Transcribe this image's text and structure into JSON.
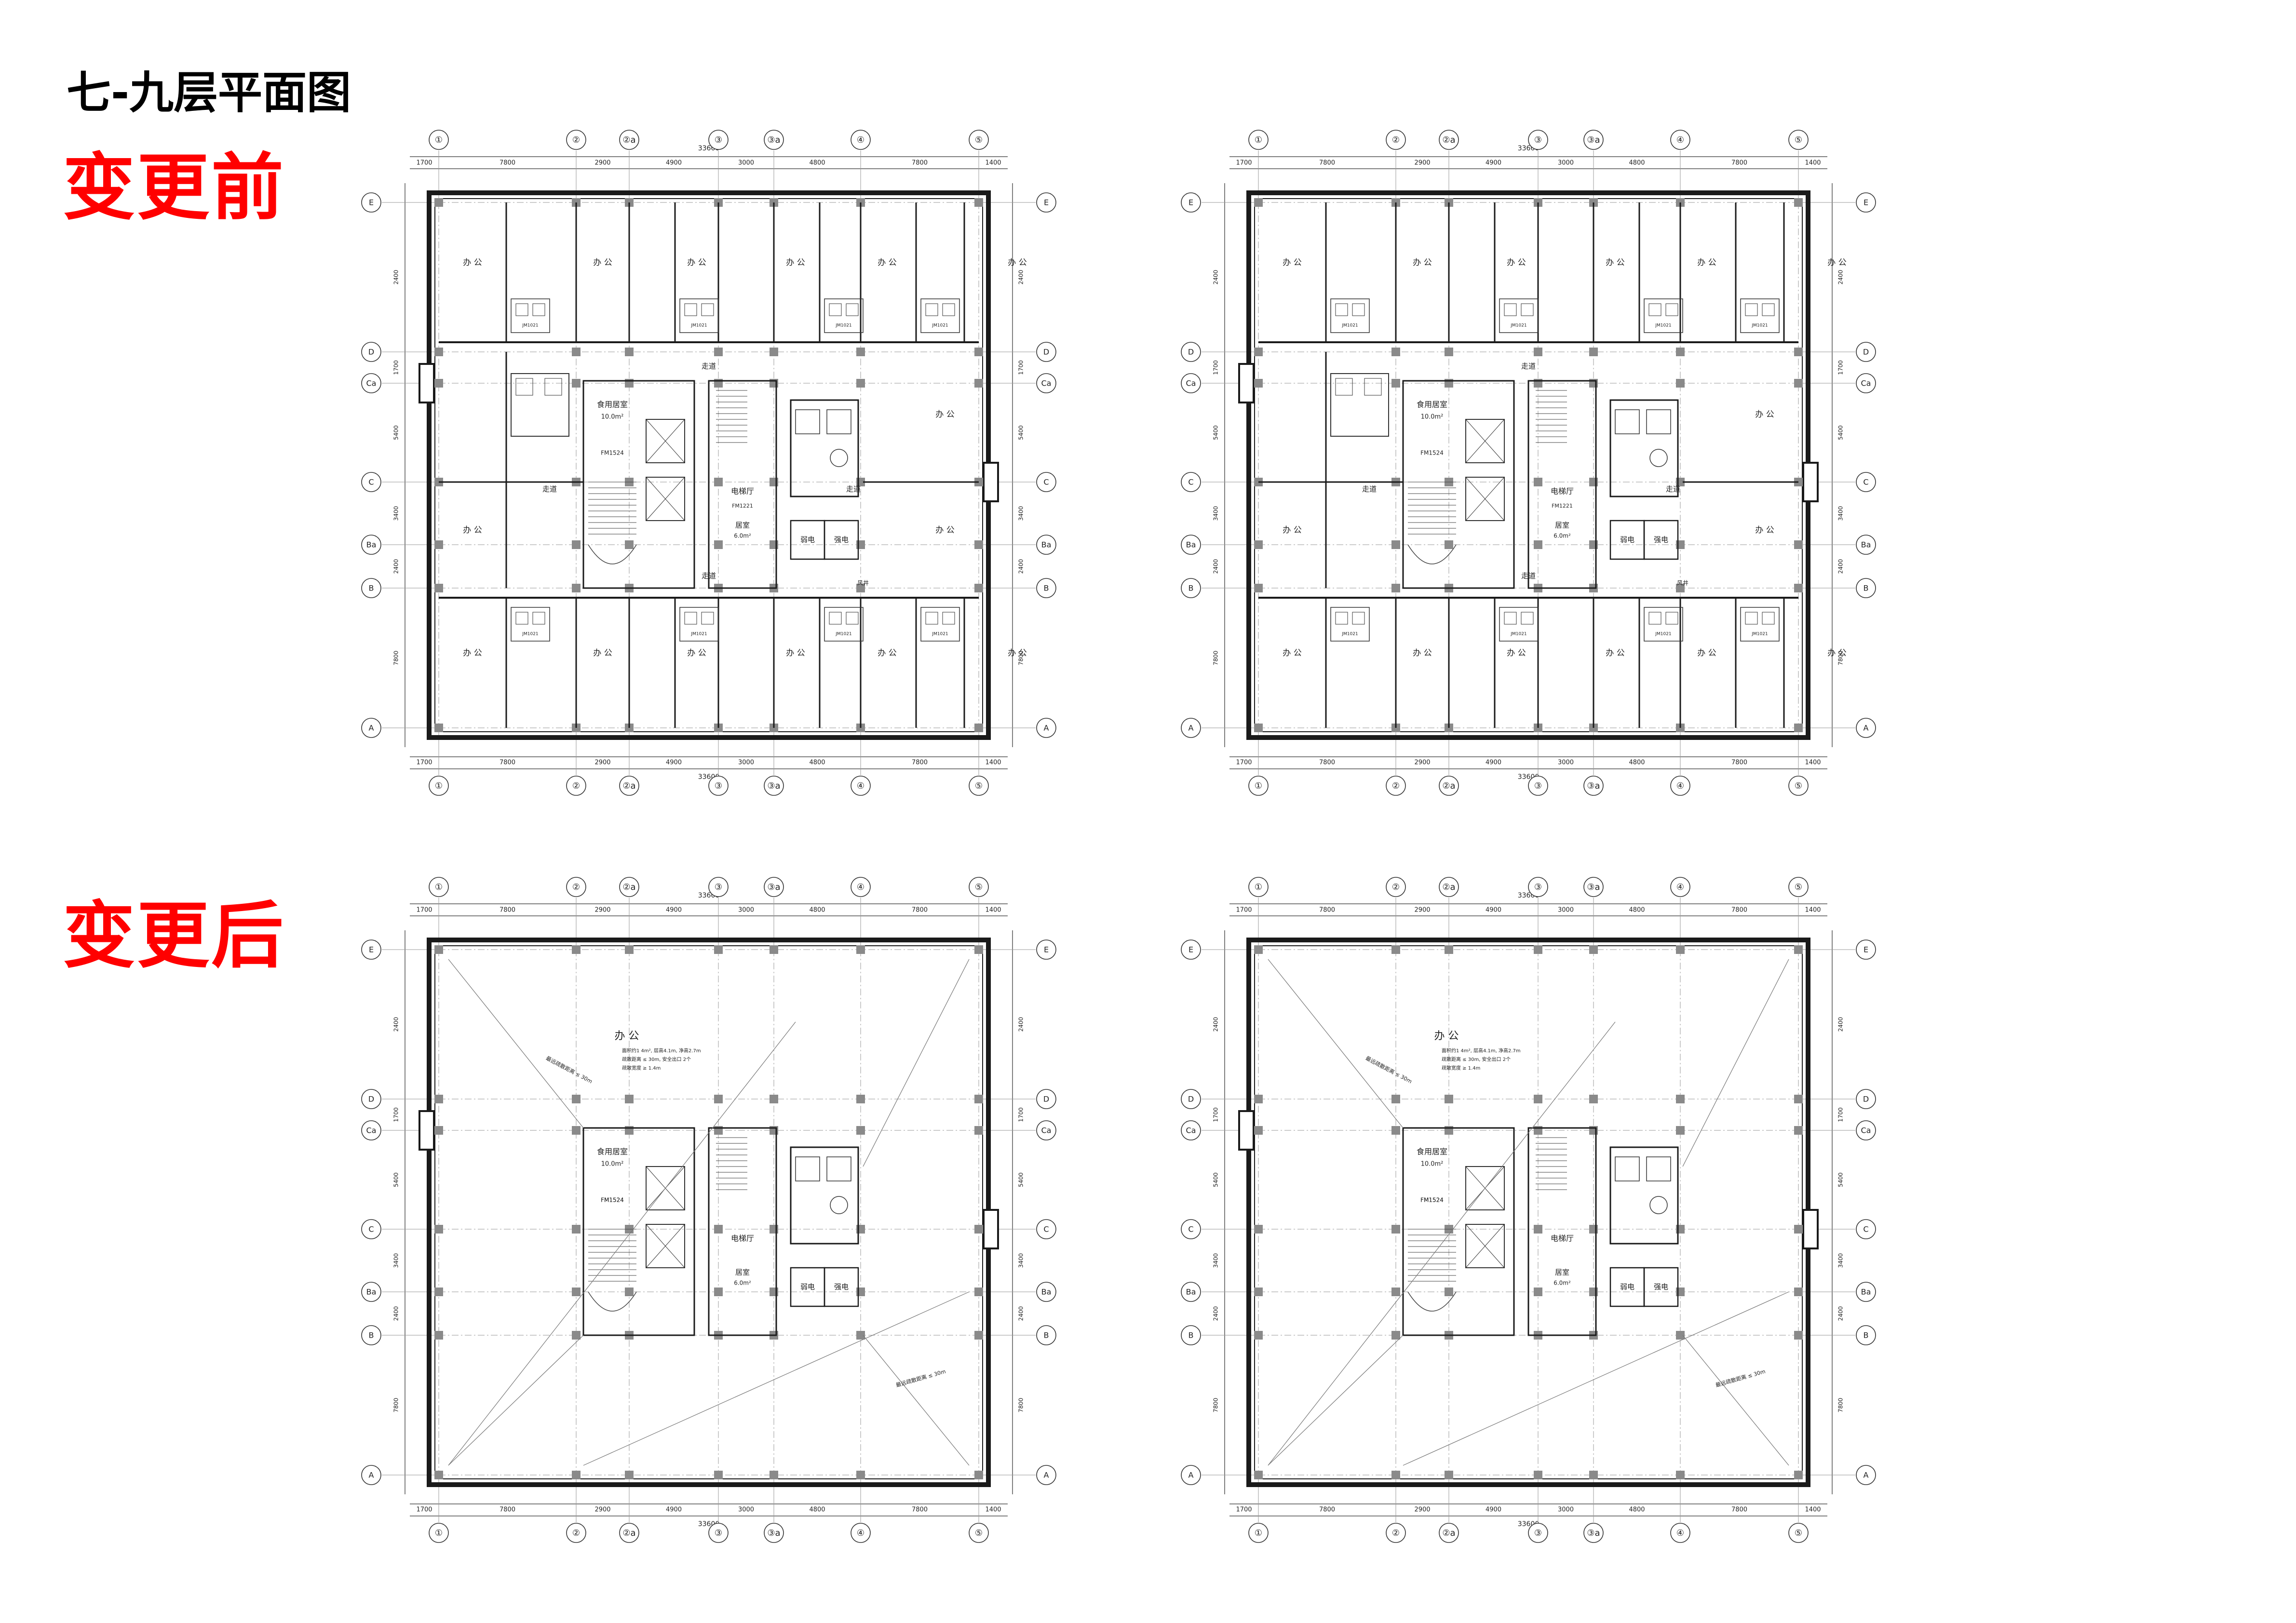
{
  "page": {
    "title": "七-九层平面图",
    "label_before": "变更前",
    "label_after": "变更后"
  },
  "drawing": {
    "col_axes": [
      "①",
      "②",
      "②a",
      "③",
      "③a",
      "④",
      "⑤"
    ],
    "row_axes": [
      "A",
      "B",
      "Ba",
      "C",
      "Ca",
      "D",
      "E"
    ],
    "top_spans": [
      "1700",
      "7800",
      "2900",
      "4900",
      "3000",
      "4800",
      "7800",
      "1400"
    ],
    "total_width": "33600",
    "row_spans": [
      "7800",
      "2400",
      "3400",
      "5400",
      "1700",
      "2400",
      "7800"
    ]
  },
  "rooms_before": {
    "office": "办 公",
    "corridor": "走道",
    "dorm": "食用居室",
    "dorm_area": "10.0m²",
    "elevator_hall": "电梯厅",
    "duty_room": "居室",
    "duty_area": "6.0m²",
    "weak_elec": "弱电",
    "strong_elec": "强电",
    "shaft": "风井",
    "door_code_a": "FM1524",
    "door_code_b": "FM1221",
    "door_code_c": "JM1021"
  },
  "rooms_after": {
    "office": "办 公",
    "office_note_1": "面积约1 4m², 层高4.1m, 净高2.7m",
    "office_note_2": "疏散距离 ≤ 30m, 安全出口 2个",
    "office_note_3": "疏散宽度 ≥ 1.4m",
    "dorm": "食用居室",
    "dorm_area": "10.0m²",
    "elevator_hall": "电梯厅",
    "duty_room": "居室",
    "duty_area": "6.0m²",
    "weak_elec": "弱电",
    "strong_elec": "强电",
    "door_code_a": "FM1524",
    "evac_note": "最远疏散距离 ≤ 30m"
  },
  "colors": {
    "label_red": "#ff0000",
    "line_dark": "#1a1a1a",
    "line_mid": "#555555",
    "column": "#8a8a8a",
    "axis_line": "#9a9a9a"
  }
}
